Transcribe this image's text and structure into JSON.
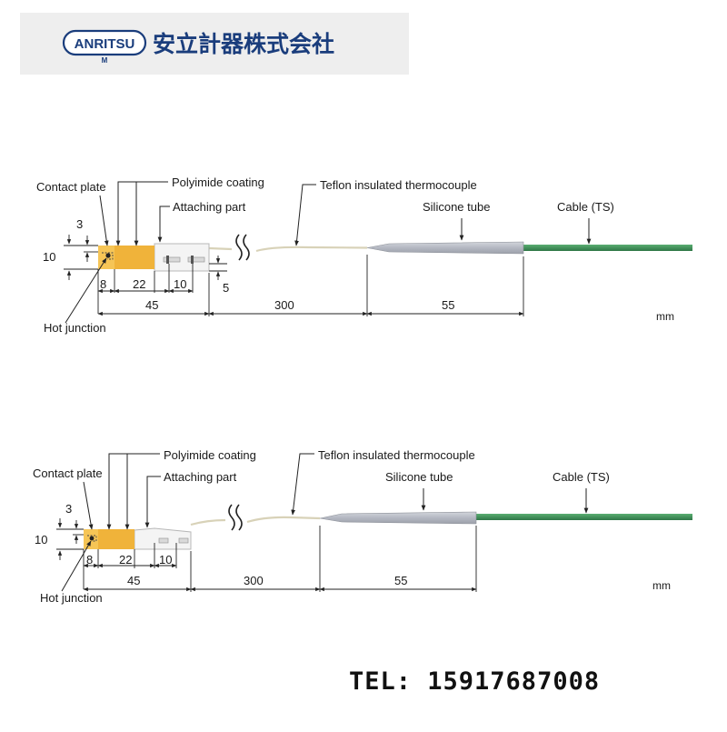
{
  "header": {
    "brand": "ANRITSU",
    "brand_mark": "M",
    "company_name": "安立計器株式会社"
  },
  "colors": {
    "brand_blue": "#1a3d7c",
    "header_bg": "#eeeeee",
    "plate_orange": "#f0b33a",
    "cable_green": "#3a8d56",
    "tube_gray": "#b9bdc6",
    "attach_white": "#f4f4f4"
  },
  "diagrams": [
    {
      "labels": {
        "contact_plate": "Contact plate",
        "polyimide": "Polyimide coating",
        "attaching": "Attaching part",
        "teflon": "Teflon insulated thermocouple",
        "silicone": "Silicone tube",
        "cable": "Cable (TS)",
        "hot_junction": "Hot junction"
      },
      "dims": {
        "d3": "3",
        "d10h": "10",
        "d8": "8",
        "d22": "22",
        "d10": "10",
        "d5": "5",
        "d45": "45",
        "d300": "300",
        "d55": "55"
      },
      "unit": "mm"
    },
    {
      "labels": {
        "contact_plate": "Contact plate",
        "polyimide": "Polyimide coating",
        "attaching": "Attaching part",
        "teflon": "Teflon insulated thermocouple",
        "silicone": "Silicone tube",
        "cable": "Cable (TS)",
        "hot_junction": "Hot junction"
      },
      "dims": {
        "d3": "3",
        "d10h": "10",
        "d8": "8",
        "d22": "22",
        "d10": "10",
        "d45": "45",
        "d300": "300",
        "d55": "55"
      },
      "unit": "mm"
    }
  ],
  "footer": {
    "tel": "TEL: 15917687008"
  }
}
